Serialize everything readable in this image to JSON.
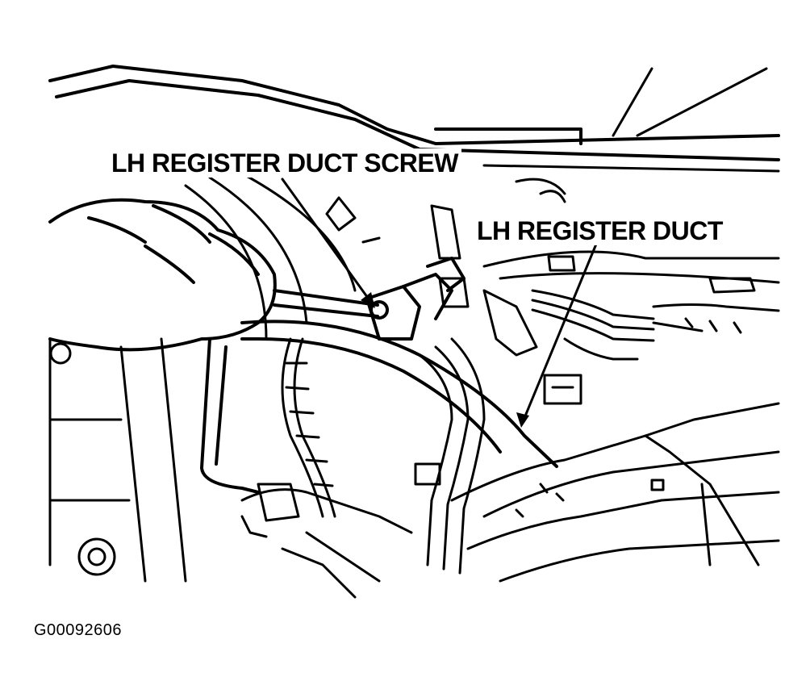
{
  "callouts": {
    "screw_label": "LH REGISTER DUCT SCREW",
    "duct_label": "LH REGISTER DUCT"
  },
  "figure": {
    "id": "G00092606"
  },
  "colors": {
    "ink": "#000000",
    "paper": "#ffffff"
  }
}
